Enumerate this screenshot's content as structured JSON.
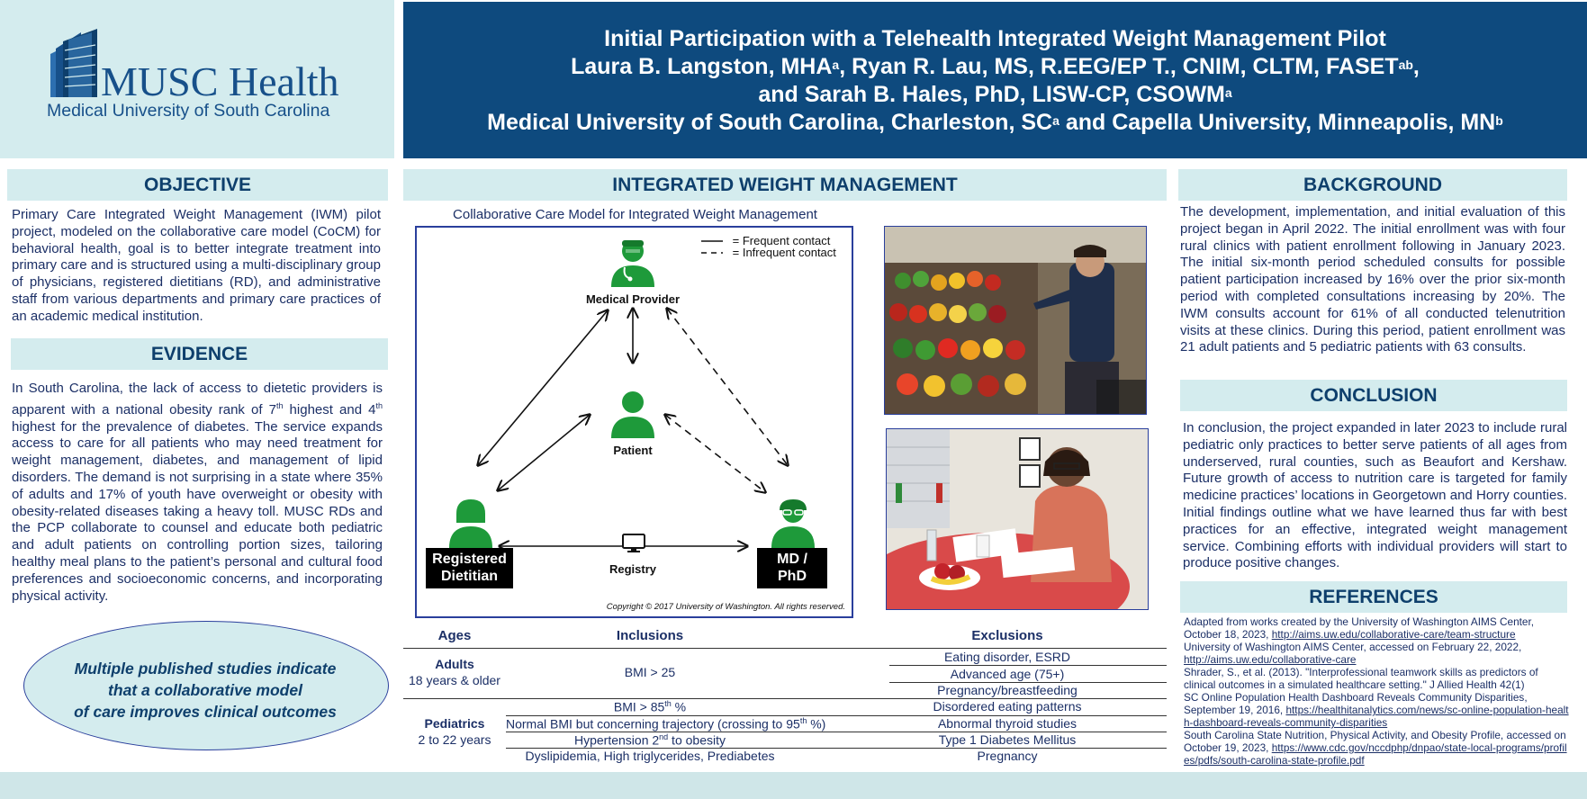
{
  "header": {
    "line1": "Initial Participation with a Telehealth Integrated Weight Management Pilot",
    "line2_a": "Laura B. Langston, MHA",
    "line2_sup1": "a",
    "line2_b": ", Ryan R. Lau, MS, R.EEG/EP T., CNIM, CLTM, FASET",
    "line2_sup2": "ab",
    "line2_c": ",",
    "line3_a": "and Sarah B. Hales, PhD, LISW-CP, CSOWM",
    "line3_sup": "a",
    "line4_a": "Medical University of South Carolina, Charleston, SC",
    "line4_sup1": "a",
    "line4_b": " and Capella University, Minneapolis, MN",
    "line4_sup2": "b"
  },
  "logo": {
    "name": "MUSC Health",
    "sub": "Medical University of South Carolina"
  },
  "objective": {
    "heading": "OBJECTIVE",
    "text": "Primary Care Integrated Weight Management (IWM) pilot project, modeled on the collaborative care model (CoCM) for behavioral health, goal is to better integrate treatment into primary care and is structured using a multi-disciplinary group of physicians, registered dietitians (RD), and administrative staff from various departments and primary care practices of an academic medical institution."
  },
  "evidence": {
    "heading": "EVIDENCE",
    "text_a": "In South Carolina, the lack of access to dietetic providers is apparent with a national obesity rank of 7",
    "sup1": "th",
    "text_b": " highest and 4",
    "sup2": "th",
    "text_c": " highest for the prevalence of diabetes. The service expands access to care for all patients who may need treatment for weight management, diabetes, and management of lipid disorders. The demand is not surprising in a state where 35% of adults and 17% of youth have overweight or obesity with obesity-related diseases taking a heavy toll. MUSC RDs and the PCP collaborate to counsel and educate both pediatric and adult patients on controlling portion sizes, tailoring healthy meal plans to the patient’s personal and cultural food preferences and socioeconomic concerns, and incorporating physical activity."
  },
  "callout": {
    "line1": "Multiple published studies indicate",
    "line2": "that a collaborative model",
    "line3": "of care improves clinical outcomes"
  },
  "iwm": {
    "heading": "INTEGRATED WEIGHT MANAGEMENT",
    "diagram_title": "Collaborative Care Model for Integrated Weight Management",
    "legend_frequent": "Frequent contact",
    "legend_infrequent": "Infrequent contact",
    "medical_provider": "Medical Provider",
    "patient": "Patient",
    "registered_dietitian_1": "Registered",
    "registered_dietitian_2": "Dietitian",
    "md_phd_1": "MD /",
    "md_phd_2": "PhD",
    "registry": "Registry",
    "copyright": "Copyright © 2017 University of Washington. All rights reserved."
  },
  "table": {
    "headers": [
      "Ages",
      "Inclusions",
      "Exclusions"
    ],
    "adults_label": "Adults",
    "adults_range": "18 years & older",
    "adults_inclusion": "BMI > 25",
    "adults_exclusions": [
      "Eating disorder, ESRD",
      "Advanced age (75+)",
      "Pregnancy/breastfeeding"
    ],
    "peds_label": "Pediatrics",
    "peds_range": "2 to 22 years",
    "peds_inc1_a": "BMI > 85",
    "peds_inc1_sup": "th",
    "peds_inc1_b": " %",
    "peds_inc2_a": "Normal BMI but concerning trajectory (crossing to 95",
    "peds_inc2_sup": "th",
    "peds_inc2_b": " %)",
    "peds_inc3_a": "Hypertension 2",
    "peds_inc3_sup": "nd",
    "peds_inc3_b": " to obesity",
    "peds_inc4": "Dyslipidemia, High triglycerides, Prediabetes",
    "peds_exclusions": [
      "Disordered eating patterns",
      "Abnormal thyroid studies",
      "Type 1 Diabetes Mellitus",
      "Pregnancy"
    ]
  },
  "background": {
    "heading": "BACKGROUND",
    "text": "The development, implementation, and initial evaluation of this project began in April 2022. The initial enrollment was with four rural clinics with patient enrollment following in January 2023. The initial six-month period scheduled consults for possible patient participation increased by 16% over the prior six-month period with completed consultations increasing by 20%. The IWM consults account for 61% of all conducted telenutrition visits at these clinics.  During this period, patient enrollment was 21 adult patients and 5 pediatric patients with 63 consults."
  },
  "conclusion": {
    "heading": "CONCLUSION",
    "text": "In conclusion, the project expanded in later 2023 to include rural pediatric only practices to better serve patients of all ages from underserved, rural counties, such as Beaufort and Kershaw.  Future growth of access to nutrition care is targeted for family medicine practices’ locations in Georgetown and Horry counties.  Initial findings outline what we have learned thus far with best practices for an effective, integrated weight management service. Combining efforts with individual providers will start to produce positive changes."
  },
  "references": {
    "heading": "REFERENCES",
    "r1_text": "Adapted from works created by the University of Washington AIMS Center, October 18, 2023, ",
    "r1_link": "http://aims.uw.edu/collaborative-care/team-structure",
    "r2_text": "University of Washington AIMS Center, accessed on February 22, 2022, ",
    "r2_link": "http://aims.uw.edu/collaborative-care",
    "r3_text": "Shrader, S., et al. (2013). \"Interprofessional teamwork skills as predictors of clinical outcomes in a simulated healthcare setting.\" J Allied Health 42(1)",
    "r4_text": "SC Online Population Health Dashboard Reveals Community Disparities, September 19, 2016, ",
    "r4_link": "https://healthitanalytics.com/news/sc-online-population-health-dashboard-reveals-community-disparities",
    "r5_text": "South Carolina State Nutrition, Physical Activity, and Obesity Profile, accessed on October 19, 2023, ",
    "r5_link": "https://www.cdc.gov/nccdphp/dnpao/state-local-programs/profiles/pdfs/south-carolina-state-profile.pdf"
  },
  "colors": {
    "navy": "#0e4a7e",
    "light_teal": "#d4ecee",
    "heading_text": "#0e3f6c",
    "body_text": "#1b2f66",
    "icon_green": "#1e9a3a"
  }
}
